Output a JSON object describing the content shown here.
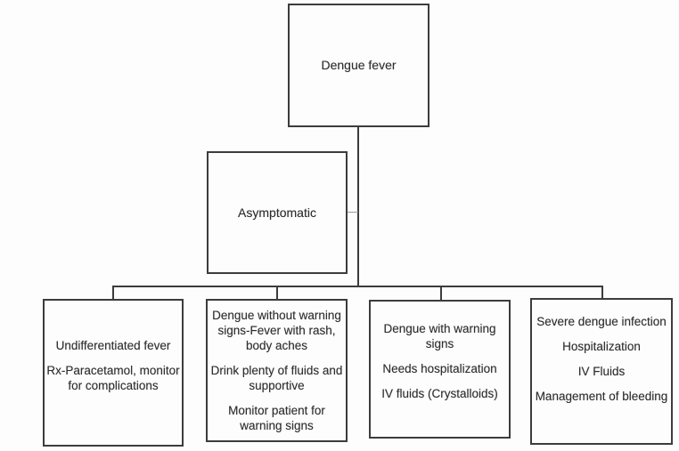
{
  "diagram": {
    "root_label": "Dengue fever",
    "middle_label": "Asymptomatic",
    "branches": [
      {
        "paragraphs": [
          "Undifferentiated fever",
          "Rx-Paracetamol, monitor for complications"
        ]
      },
      {
        "paragraphs": [
          "Dengue without warning signs-Fever with rash, body aches",
          "Drink plenty of fluids and supportive",
          "Monitor patient for warning signs"
        ]
      },
      {
        "paragraphs": [
          "Dengue with warning signs",
          "Needs hospitalization",
          "IV fluids (Crystalloids)"
        ]
      },
      {
        "paragraphs": [
          "Severe dengue infection",
          "Hospitalization",
          "IV Fluids",
          "Management of bleeding"
        ]
      }
    ]
  },
  "colors": {
    "line": "#3c3c3c",
    "text": "#2e2e2e",
    "background": "#fdfdfd"
  }
}
